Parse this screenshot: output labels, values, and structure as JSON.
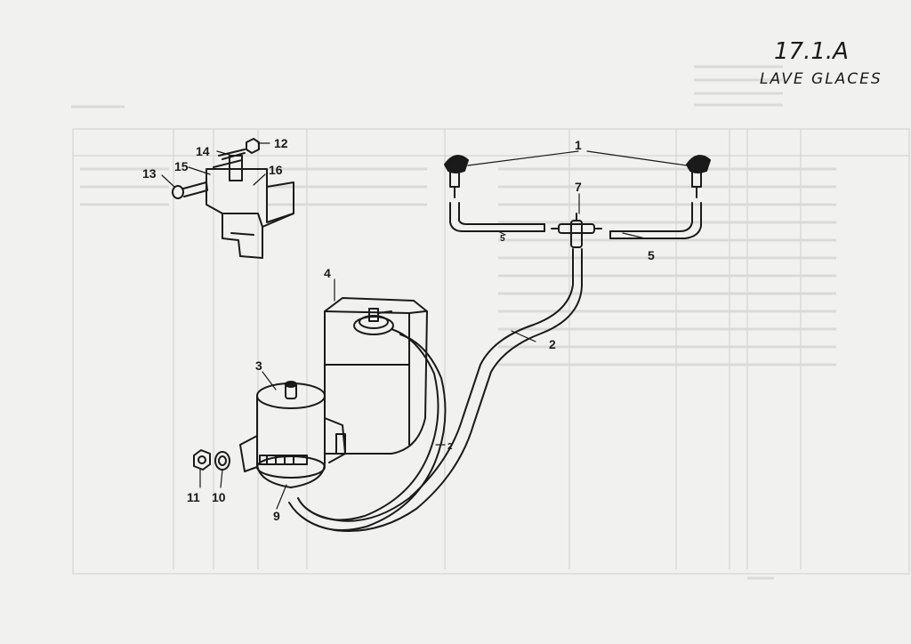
{
  "header": {
    "section_ref": "17.1.A",
    "section_title": "LAVE GLACES"
  },
  "callouts": [
    {
      "id": "c1",
      "text": "1"
    },
    {
      "id": "c2a",
      "text": "2"
    },
    {
      "id": "c2b",
      "text": "2"
    },
    {
      "id": "c3",
      "text": "3"
    },
    {
      "id": "c4",
      "text": "4"
    },
    {
      "id": "c5a",
      "text": "5"
    },
    {
      "id": "c5b",
      "text": "5"
    },
    {
      "id": "c7",
      "text": "7"
    },
    {
      "id": "c9",
      "text": "9"
    },
    {
      "id": "c10",
      "text": "10"
    },
    {
      "id": "c11",
      "text": "11"
    },
    {
      "id": "c12",
      "text": "12"
    },
    {
      "id": "c13",
      "text": "13"
    },
    {
      "id": "c14",
      "text": "14"
    },
    {
      "id": "c15",
      "text": "15"
    },
    {
      "id": "c16",
      "text": "16"
    }
  ],
  "colors": {
    "paper": "#f1f1ef",
    "ink": "#1a1a1a",
    "bleed": "#c9c9c6"
  }
}
